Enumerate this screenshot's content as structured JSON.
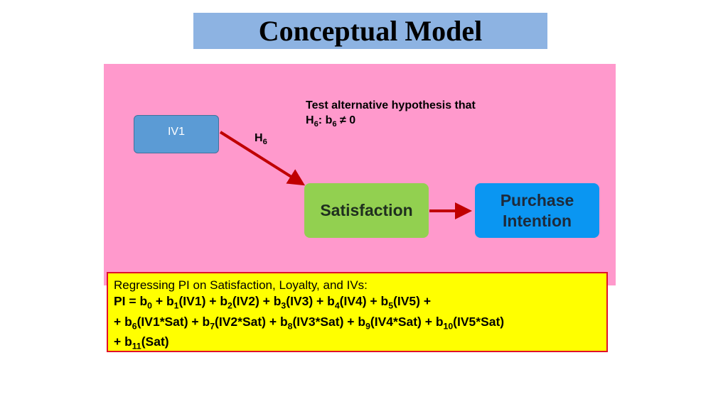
{
  "slide": {
    "title": "Conceptual Model"
  },
  "diagram": {
    "hypothesis_line1": "Test alternative hypothesis that",
    "hypothesis_line2_parts": [
      "H",
      "6",
      ": b",
      "6",
      " ≠ 0"
    ],
    "path_label_parts": [
      "H",
      "6"
    ],
    "nodes": {
      "iv1": "IV1",
      "satisfaction": "Satisfaction",
      "purchase_intention_line1": "Purchase",
      "purchase_intention_line2": "Intention"
    },
    "colors": {
      "panel": "#ff99cc",
      "iv1": "#5b9bd5",
      "satisfaction": "#92d050",
      "purchase_intention": "#0a96f2",
      "arrow": "#c00000"
    }
  },
  "equation": {
    "intro": "Regressing PI on Satisfaction, Loyalty, and IVs:",
    "line1": [
      [
        "PI = b",
        ""
      ],
      [
        "0",
        " + b"
      ],
      [
        "1",
        "(IV1) + b"
      ],
      [
        "2",
        "(IV2) + b"
      ],
      [
        "3",
        "(IV3) + b"
      ],
      [
        "4",
        "(IV4) + b"
      ],
      [
        "5",
        "(IV5) +"
      ]
    ],
    "line2": [
      [
        "+ b",
        ""
      ],
      [
        "6",
        "(IV1*Sat) + b"
      ],
      [
        "7",
        "(IV2*Sat) + b"
      ],
      [
        "8",
        "(IV3*Sat) + b"
      ],
      [
        "9",
        "(IV4*Sat) + b"
      ],
      [
        "10",
        "(IV5*Sat)"
      ]
    ],
    "line3": [
      [
        "+ b",
        ""
      ],
      [
        "11",
        "(Sat)"
      ]
    ],
    "colors": {
      "background": "#ffff00",
      "border": "#e0102a"
    }
  }
}
